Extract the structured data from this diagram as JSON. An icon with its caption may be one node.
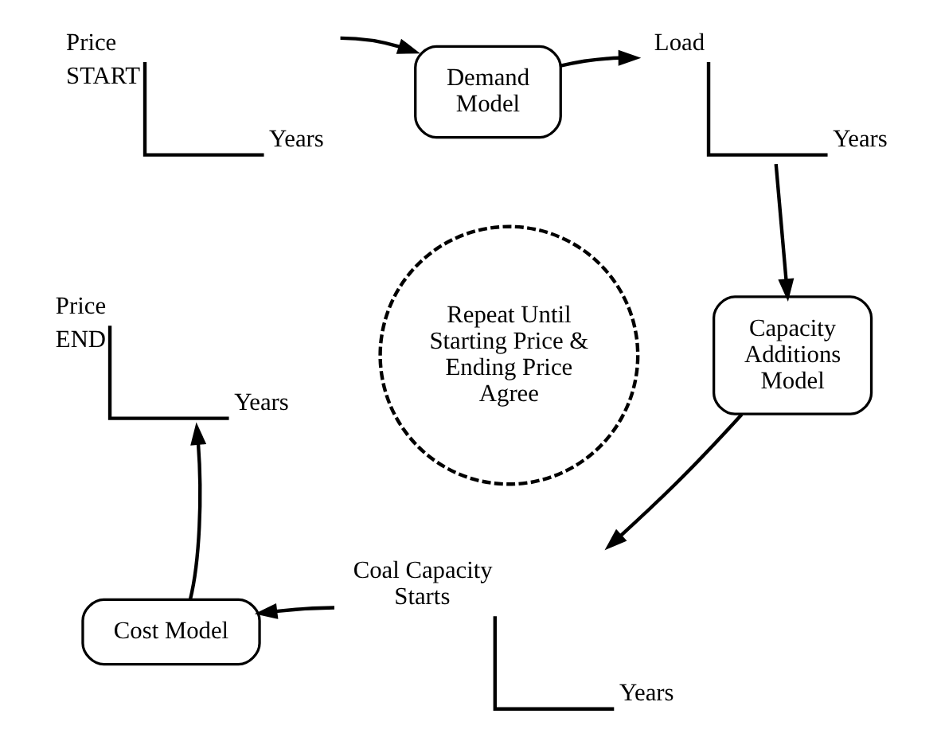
{
  "diagram": {
    "nodes": [
      {
        "text": [
          "Price",
          "START",
          "Years"
        ]
      },
      {
        "text": [
          "Demand Model"
        ]
      },
      {
        "text": [
          "Load",
          "Years"
        ]
      },
      {
        "text": [
          "Capacity Additions Model"
        ]
      },
      {
        "text": [
          "Coal Capacity Starts",
          "Years"
        ]
      },
      {
        "text": [
          "Cost Model"
        ]
      },
      {
        "text": [
          "Price",
          "END",
          "Years"
        ]
      },
      {
        "text": [
          "Repeat Until Starting Price & Ending Price Agree"
        ]
      }
    ],
    "edges": [
      {
        "from": 0,
        "to": 1,
        "arrow": "to"
      },
      {
        "from": 1,
        "to": 2,
        "arrow": "to"
      },
      {
        "from": 2,
        "to": 3,
        "arrow": "to"
      },
      {
        "from": 3,
        "to": 4,
        "arrow": "to"
      },
      {
        "from": 4,
        "to": 5,
        "arrow": "to"
      },
      {
        "from": 5,
        "to": 6,
        "arrow": "to"
      }
    ]
  }
}
